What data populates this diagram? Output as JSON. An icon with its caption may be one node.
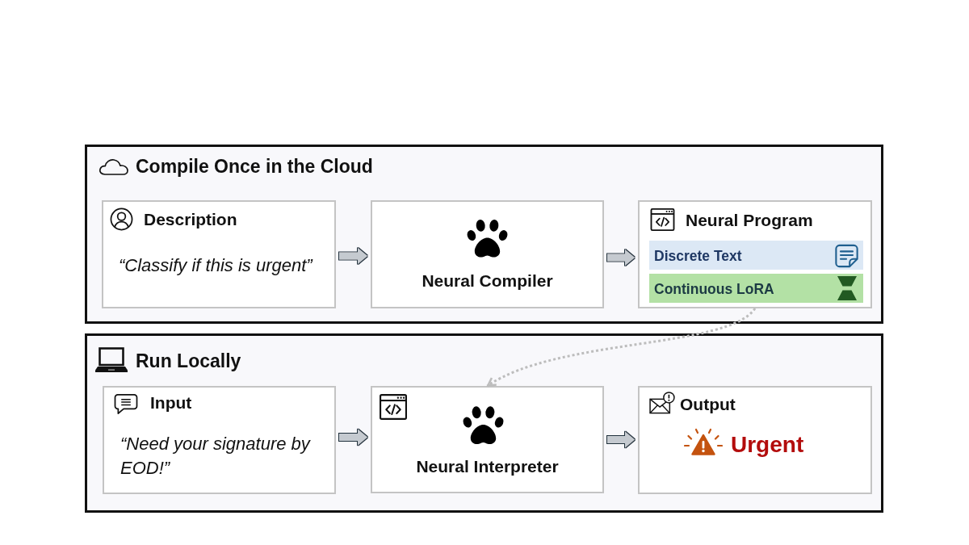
{
  "diagram": {
    "nodes": [
      {
        "text": [
          "Compile Once in the Cloud"
        ]
      },
      {
        "text": [
          "Description",
          "“Classify if this is urgent”"
        ],
        "in": 0
      },
      {
        "text": [
          "Neural Compiler"
        ],
        "in": 0
      },
      {
        "text": [
          "Neural Program"
        ],
        "in": 0
      },
      {
        "text": [
          "Discrete Text"
        ],
        "in": 3
      },
      {
        "text": [
          "Continuous LoRA"
        ],
        "in": 3
      },
      {
        "text": [
          "Run Locally"
        ]
      },
      {
        "text": [
          "Input",
          "“Need your signature by EOD!”"
        ],
        "in": 6
      },
      {
        "text": [
          "Neural Interpreter"
        ],
        "in": 6
      },
      {
        "text": [
          "Output",
          "Urgent"
        ],
        "in": 6
      }
    ],
    "edges": [
      {
        "from": 1,
        "to": 2,
        "arrow": "to"
      },
      {
        "from": 2,
        "to": 3,
        "arrow": "to"
      },
      {
        "from": 3,
        "to": 8,
        "arrow": "to",
        "style": "dashed",
        "color": "#bdbdbd"
      },
      {
        "from": 7,
        "to": 8,
        "arrow": "to"
      },
      {
        "from": 8,
        "to": 9,
        "arrow": "to"
      }
    ]
  }
}
